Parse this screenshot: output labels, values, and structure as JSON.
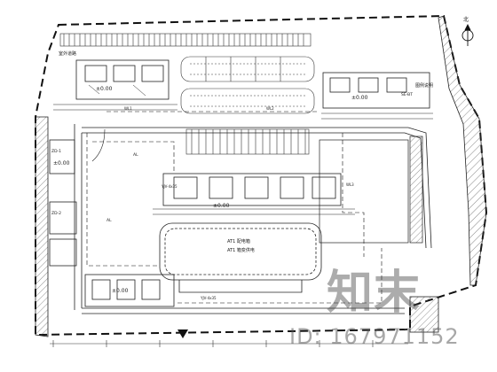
{
  "colors": {
    "line": "#1a1a1a",
    "hatch": "#555555",
    "watermark": "#6e6e6e"
  },
  "labels": {
    "top_left": "室外道路",
    "top_right": "图例说明",
    "pond_line1": "AT1 配电箱",
    "pond_line2": "AT1 箱变供电",
    "level1": "±0.00",
    "level2": "±0.00",
    "level3": "±0.00",
    "level4": "±0.00",
    "level5": "±0.00",
    "tag_a": "ZD-1",
    "tag_b": "ZD-2",
    "tag_c": "AL",
    "tag_d": "AL",
    "tag_e": "SE-BT",
    "tag_f": "WL1",
    "tag_g": "WL2",
    "tag_h": "WL3",
    "tag_i": "YJV-4x35",
    "tag_j": "YJV-4x35",
    "north": "北"
  },
  "icons": {
    "north_arrow": "north-arrow-icon",
    "entrance_marker": "entrance-triangle-icon"
  },
  "watermark": {
    "logo_text": "知末",
    "id_text": "ID: 167971152"
  }
}
